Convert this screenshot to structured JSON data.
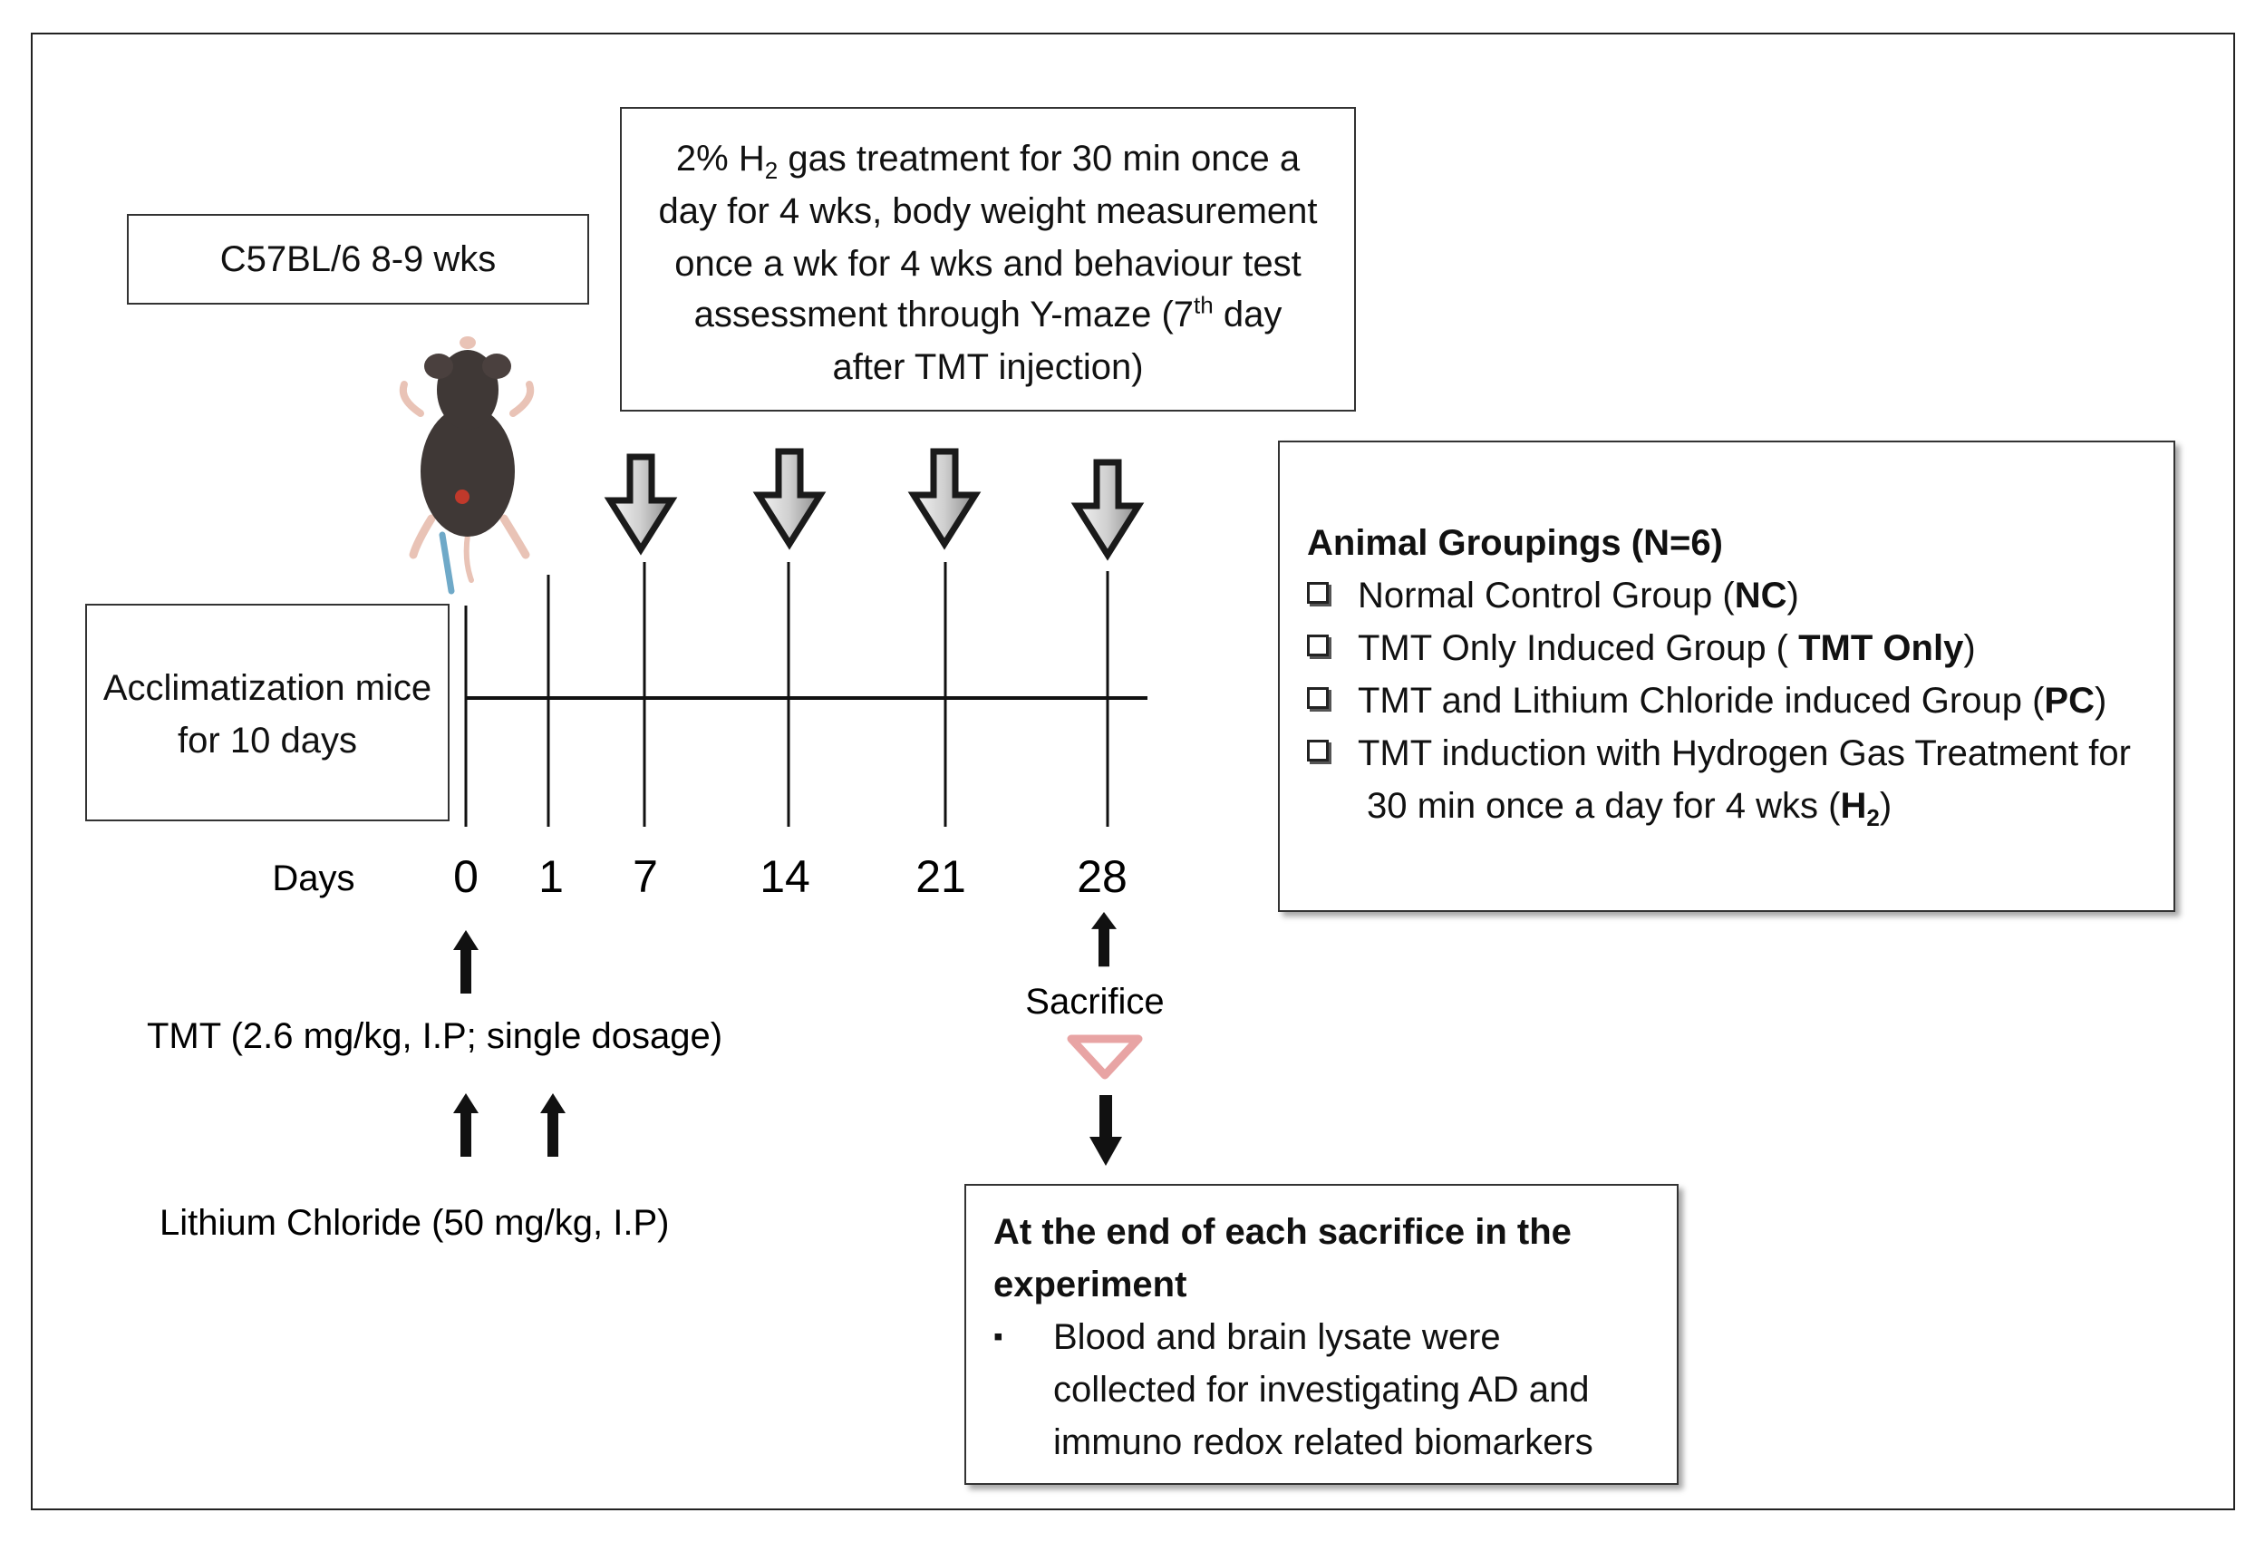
{
  "strain": {
    "label": "C57BL/6  8-9 wks"
  },
  "treatment": {
    "line1_pre": "2% H",
    "line1_sub": "2",
    "line1_post": " gas treatment for 30 min once a",
    "line2": "day for 4 wks,  body weight measurement",
    "line3": "once a wk for 4 wks and behaviour test",
    "line4_pre": "assessment through Y-maze  (7",
    "line4_sup": "th",
    "line4_post": " day",
    "line5": "after TMT injection)"
  },
  "acclimatization": {
    "line1": "Acclimatization mice",
    "line2": "for 10 days"
  },
  "timeline": {
    "days_label": "Days",
    "ticks": [
      {
        "label": "0"
      },
      {
        "label": "1"
      },
      {
        "label": "7"
      },
      {
        "label": "14"
      },
      {
        "label": "21"
      },
      {
        "label": "28"
      }
    ]
  },
  "tmt": {
    "label": "TMT (2.6 mg/kg, I.P; single dosage)"
  },
  "lithium": {
    "label": "Lithium Chloride (50 mg/kg, I.P)"
  },
  "sacrifice": {
    "label": "Sacrifice",
    "marker_color": "#e8a4a4"
  },
  "groupings": {
    "title": "Animal  Groupings (N=6)",
    "items": [
      {
        "pre": "Normal Control Group (",
        "bold": "NC",
        "post": ")"
      },
      {
        "pre": "TMT Only Induced Group ( ",
        "bold": "TMT Only",
        "post": ")"
      },
      {
        "pre": "TMT and Lithium Chloride induced Group (",
        "bold": "PC",
        "post": ")"
      },
      {
        "pre": "TMT induction with Hydrogen Gas Treatment for"
      }
    ],
    "item4_line2_pre": "30 min once a day for 4 wks (",
    "item4_bold": "H",
    "item4_sub": "2",
    "item4_post": ")"
  },
  "end": {
    "title_line1": "At the end of each sacrifice in the",
    "title_line2": "experiment",
    "bullet": "▪",
    "line1": "Blood   and   brain   lysate   were",
    "line2": "collected  for  investigating  AD  and",
    "line3": "immuno redox related biomarkers"
  }
}
